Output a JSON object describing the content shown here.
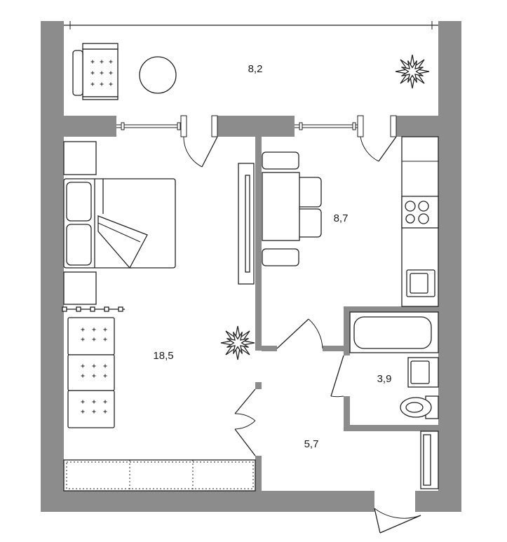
{
  "rooms": {
    "balcony": "8,2",
    "kitchen": "8,7",
    "living_room": "18,5",
    "bathroom": "3,9",
    "hallway": "5,7"
  }
}
